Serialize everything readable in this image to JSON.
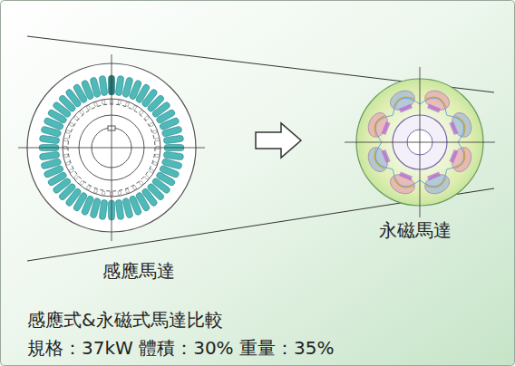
{
  "diagram": {
    "labels": [
      "永磁馬達",
      "感應馬達",
      "感應式&永磁式馬達比較",
      "規格：37kW 體積：30% 重量：35%"
    ]
  }
}
